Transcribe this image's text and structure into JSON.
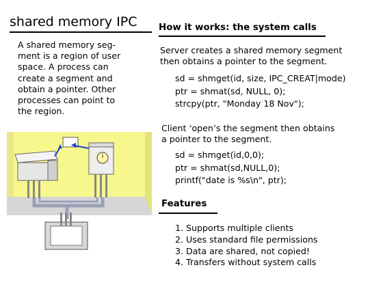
{
  "title": "shared memory IPC",
  "intro_lines": [
    "A shared memory seg-",
    "ment is a region of user",
    "space.  A process can",
    "create a segment and",
    "obtain a pointer.  Other",
    "processes can point to",
    "the region."
  ],
  "how_heading": "How it works: the system calls",
  "server_lines": [
    "Server creates a shared memory segment",
    "then obtains a pointer to the segment."
  ],
  "server_code": [
    "sd = shmget(id, size, IPC_CREAT|mode)",
    "ptr = shmat(sd, NULL, 0);",
    "strcpy(ptr, \"Monday 18 Nov\");"
  ],
  "client_lines": [
    "Client ‘open’s the segment then obtains",
    "a pointer to the segment."
  ],
  "client_code": [
    "sd = shmget(id,0,0);",
    "ptr = shmat(sd,NULL,0);",
    "printf(\"date is %s\\n\", ptr);"
  ],
  "features_heading": "Features",
  "features": [
    "1. Supports multiple clients",
    "2. Uses standard file permissions",
    "3. Data are shared, not copied!",
    "4. Transfers without system calls"
  ],
  "colors": {
    "wall": "#f7f78e",
    "floor": "#d6d6d6",
    "pipe": "#9aa0b8",
    "arrow": "#1a3fd6"
  }
}
